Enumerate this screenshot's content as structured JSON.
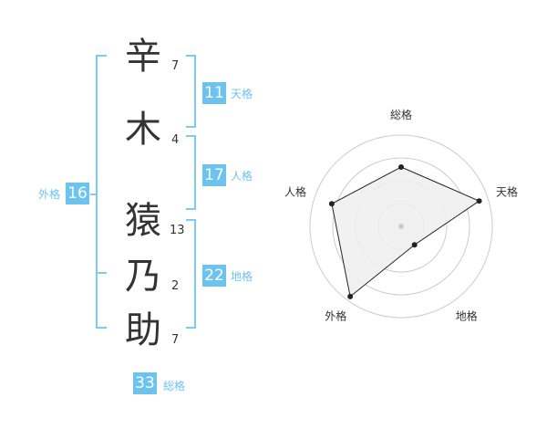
{
  "name": {
    "characters": [
      {
        "char": "辛",
        "strokes": "7"
      },
      {
        "char": "木",
        "strokes": "4"
      },
      {
        "char": "猿",
        "strokes": "13"
      },
      {
        "char": "乃",
        "strokes": "2"
      },
      {
        "char": "助",
        "strokes": "7"
      }
    ]
  },
  "scores": {
    "tenkaku": {
      "label": "天格",
      "value": "11"
    },
    "jinkaku": {
      "label": "人格",
      "value": "17"
    },
    "chikaku": {
      "label": "地格",
      "value": "22"
    },
    "gaikaku": {
      "label": "外格",
      "value": "16"
    },
    "soukaku": {
      "label": "総格",
      "value": "33"
    }
  },
  "chart_data": {
    "type": "radar",
    "axes": [
      "総格",
      "天格",
      "地格",
      "外格",
      "人格"
    ],
    "values": [
      0.65,
      0.9,
      0.25,
      0.95,
      0.8
    ],
    "range": [
      0,
      1
    ],
    "rings": 4,
    "colors": {
      "fill": "#eeeeee",
      "line": "#222222",
      "ring": "#cccccc",
      "point": "#222222",
      "center": "#cccccc"
    }
  }
}
